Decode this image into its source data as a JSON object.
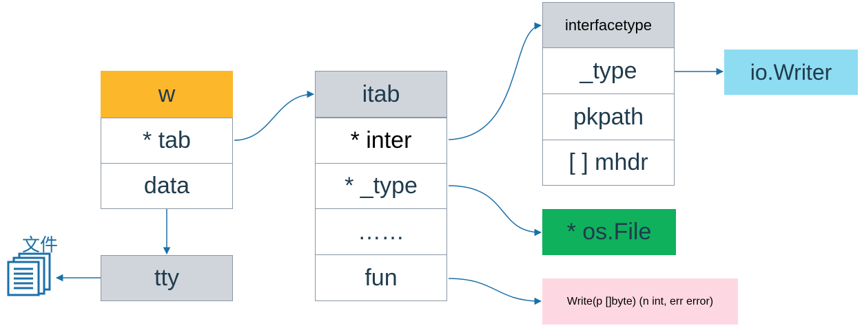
{
  "w_struct": {
    "header": "w",
    "fields": [
      "* tab",
      "data"
    ]
  },
  "tty": {
    "label": "tty"
  },
  "file": {
    "label": "文件",
    "icon": "file-stack-icon"
  },
  "itab": {
    "header": "itab",
    "fields": [
      "* inter",
      "* _type",
      "……",
      "fun"
    ]
  },
  "interfacetype": {
    "header": "interfacetype",
    "fields": [
      "_type",
      "pkpath",
      "[ ] mhdr"
    ]
  },
  "io_writer": {
    "label": "io.Writer"
  },
  "os_file": {
    "label": "* os.File"
  },
  "write_sig": {
    "label": "Write(p []byte) (n int, err error)"
  },
  "colors": {
    "w_header": "#fcb72b",
    "gray_header": "#d0d5db",
    "io_writer": "#8edcf1",
    "os_file": "#10b15d",
    "write_sig": "#fdd8e3",
    "arrow": "#1b6fa8"
  }
}
